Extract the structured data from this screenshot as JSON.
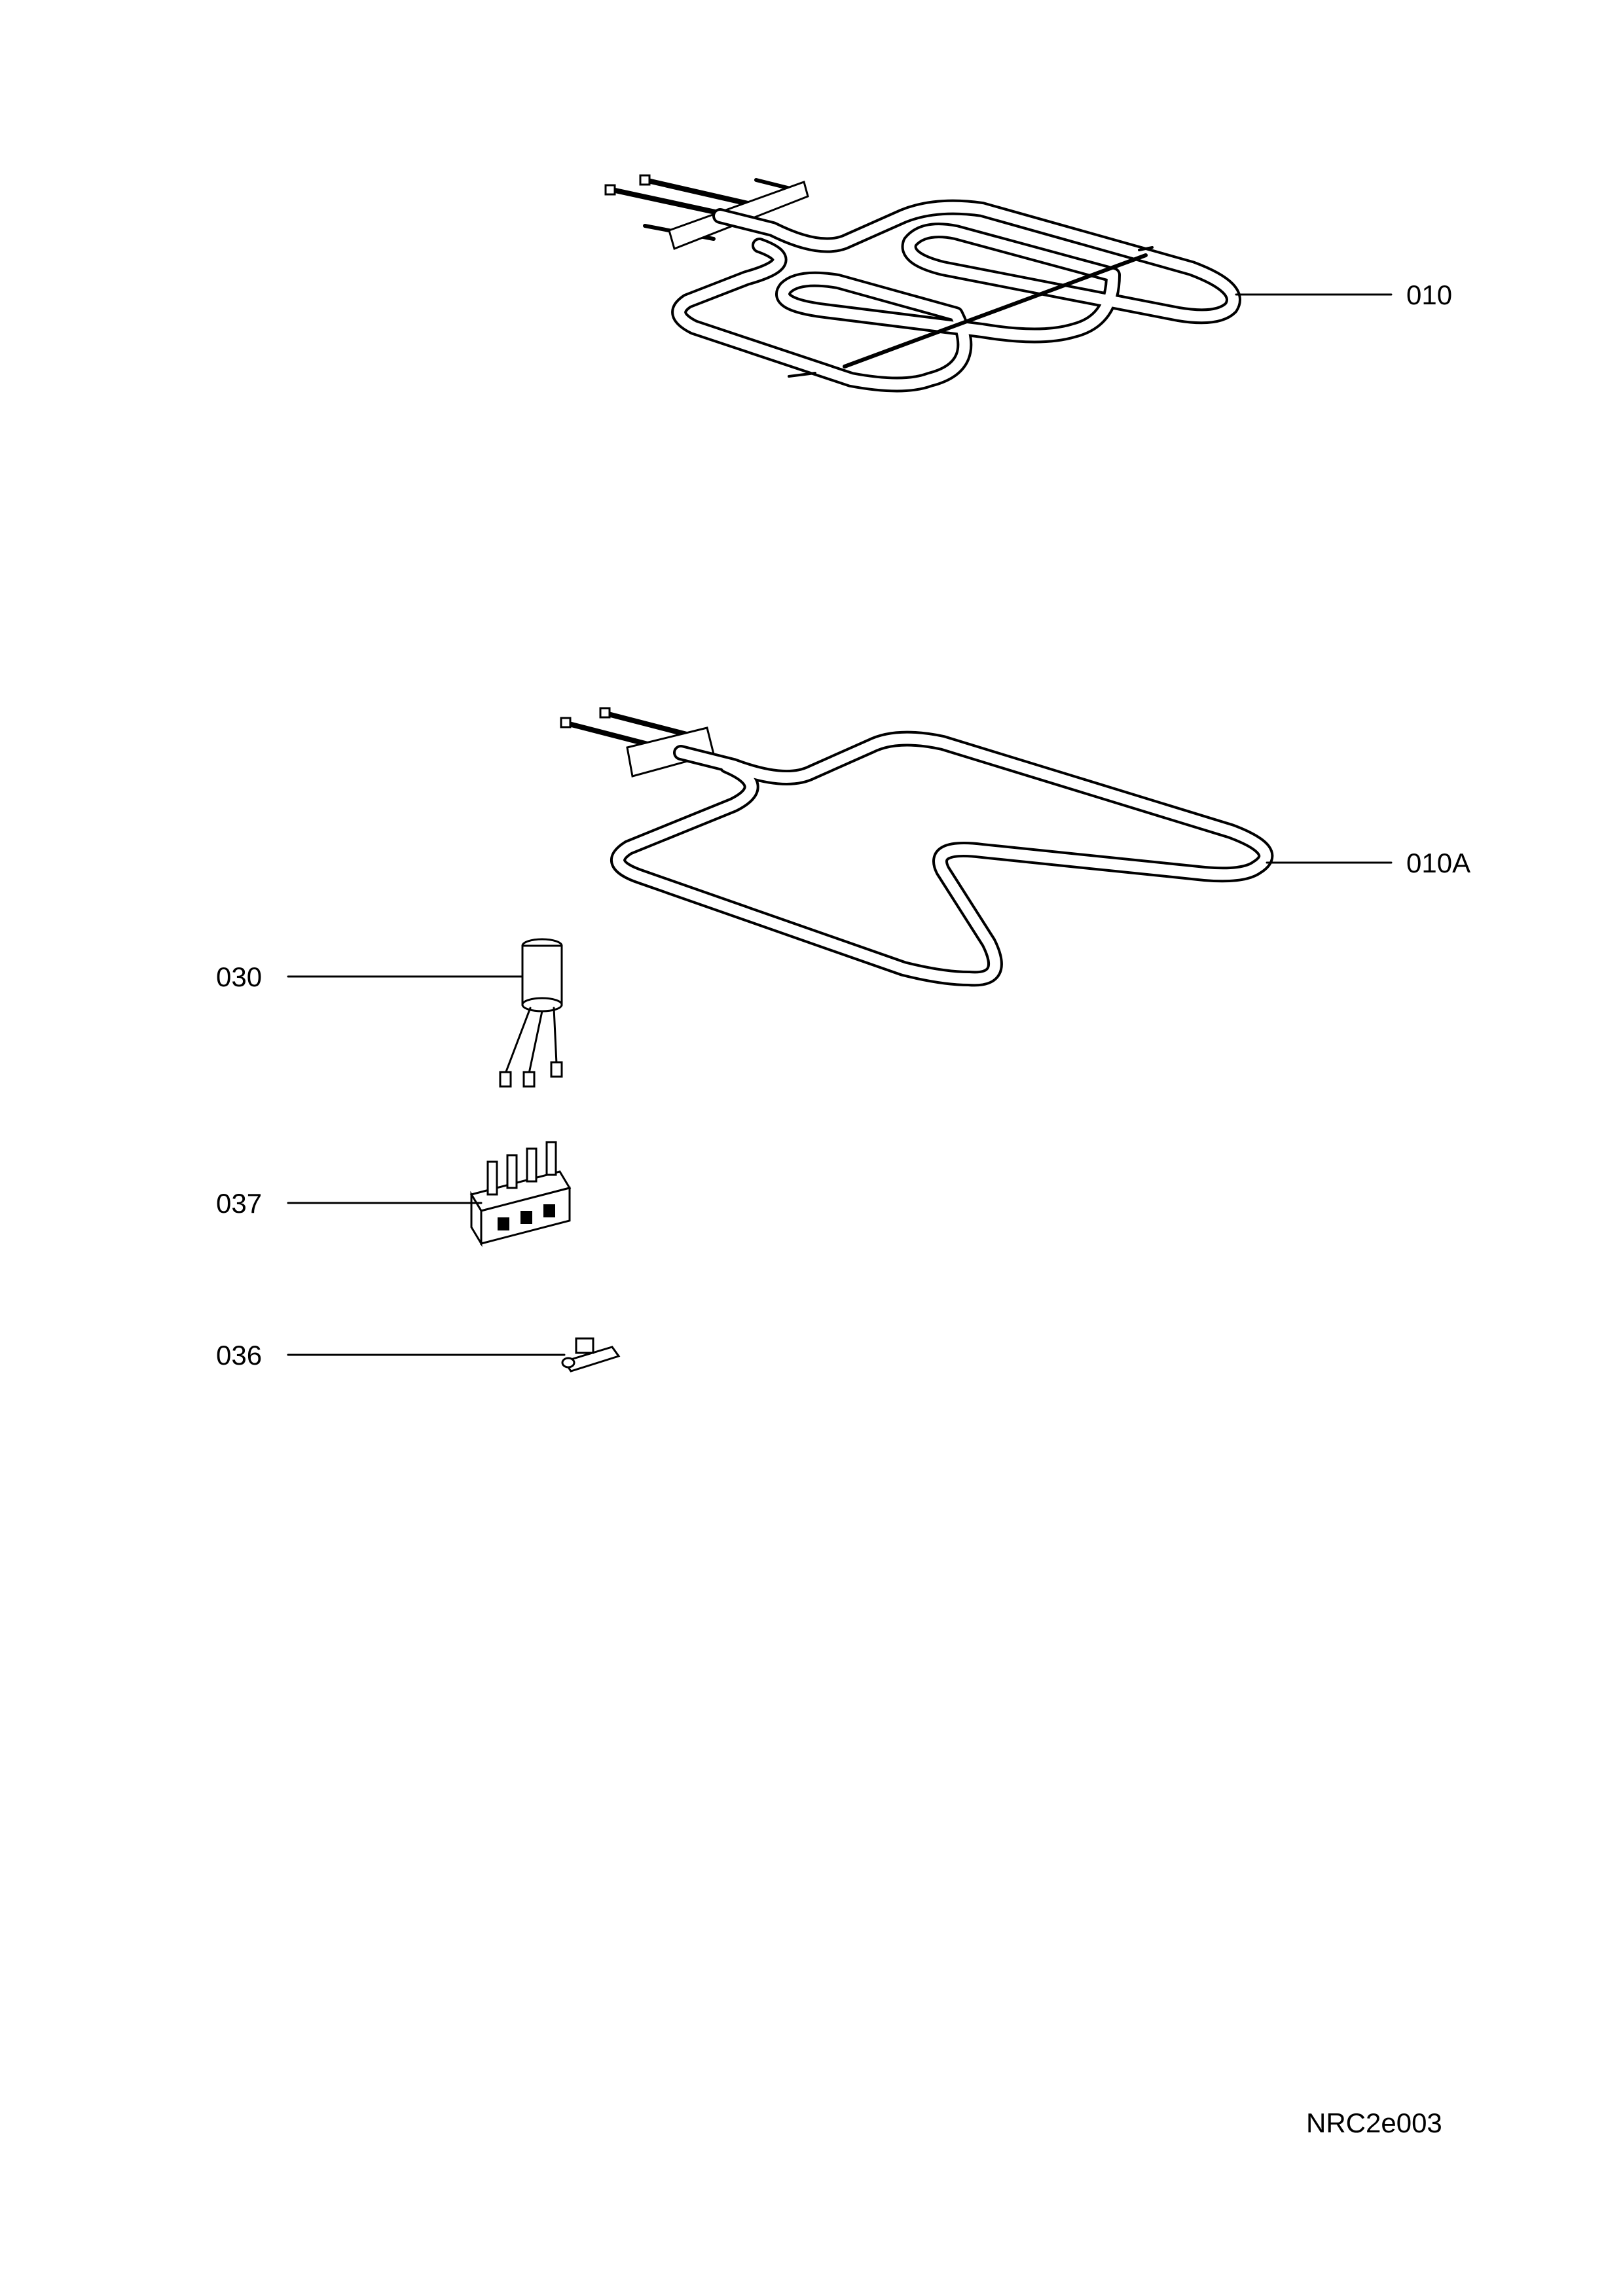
{
  "document": {
    "code": "NRC2e003"
  },
  "parts": [
    {
      "id": "grill-element",
      "label": "010"
    },
    {
      "id": "bottom-element",
      "label": "010A"
    },
    {
      "id": "capacitor",
      "label": "030"
    },
    {
      "id": "terminal-block",
      "label": "037"
    },
    {
      "id": "thermal-fuse",
      "label": "036"
    }
  ],
  "colors": {
    "ink": "#000000",
    "paper": "#ffffff"
  }
}
